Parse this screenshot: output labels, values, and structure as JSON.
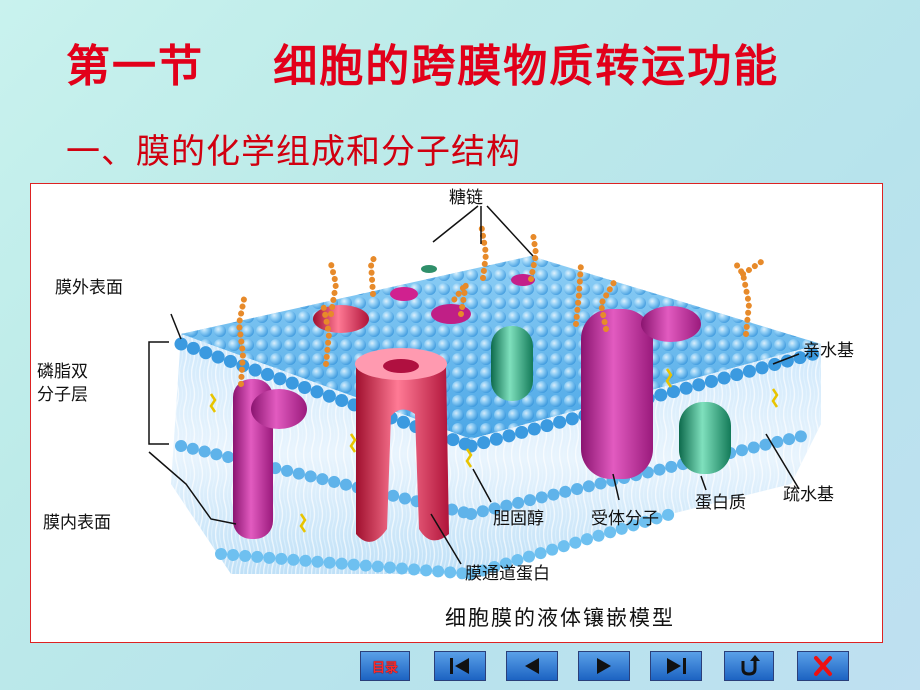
{
  "slide": {
    "title": "第一节    细胞的跨膜物质转运功能",
    "subtitle": "一、膜的化学组成和分子结构"
  },
  "diagram": {
    "labels": {
      "sugar_chain": "糖链",
      "outer_surface": "膜外表面",
      "bilayer_line1": "磷脂双",
      "bilayer_line2": "分子层",
      "inner_surface": "膜内表面",
      "hydrophilic": "亲水基",
      "hydrophobic": "疏水基",
      "cholesterol": "胆固醇",
      "receptor": "受体分子",
      "protein": "蛋白质",
      "channel_protein": "膜通道蛋白"
    },
    "caption": "细胞膜的液体镶嵌模型"
  },
  "nav": {
    "menu_label": "目录",
    "first_icon": "first-page-icon",
    "prev_icon": "previous-icon",
    "next_icon": "next-icon",
    "last_icon": "last-page-icon",
    "return_icon": "return-icon",
    "close_icon": "close-icon"
  },
  "colors": {
    "title": "#e2001a",
    "membrane": "#5ab4ec",
    "protein_magenta": "#d0218f",
    "protein_red": "#e8204a",
    "protein_green": "#2aa878",
    "sugar": "#f0a040",
    "nav_button": "#2a72cc"
  }
}
